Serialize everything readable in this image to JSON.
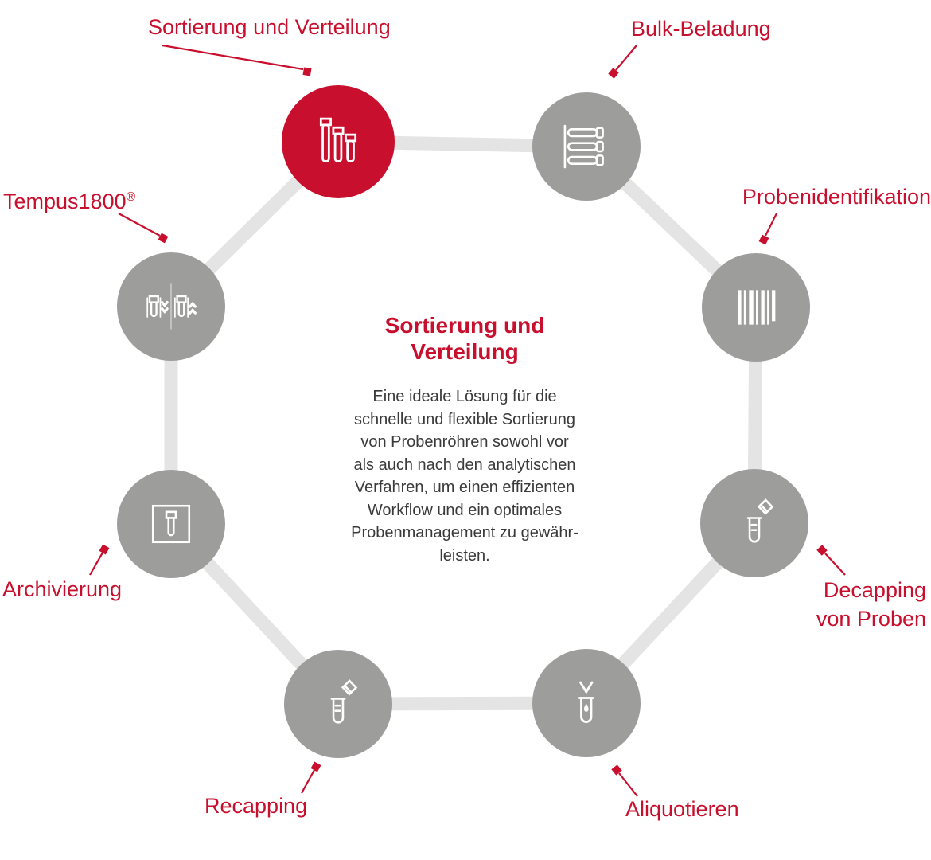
{
  "diagram": {
    "colors": {
      "accent": "#c8102e",
      "node_gray": "#9d9d9c",
      "connector": "#e4e4e4"
    },
    "center": {
      "title_lines": [
        "Sortierung und",
        "Verteilung"
      ],
      "body_lines": [
        "Eine ideale Lösung für die",
        "schnelle und flexible Sortierung",
        "von Probenröhren sowohl vor",
        "als auch nach den analytischen",
        "Verfahren, um einen effizienten",
        "Workflow und ein optimales",
        "Probenmanagement zu gewähr-",
        "leisten."
      ]
    },
    "nodes": [
      {
        "label": "Sortierung und Verteilung",
        "icon": "sample-tubes-icon",
        "active": true
      },
      {
        "label": "Bulk-Beladung",
        "icon": "tube-rack-icon",
        "active": false
      },
      {
        "label": "Probenidentifikation",
        "icon": "barcode-icon",
        "active": false
      },
      {
        "label": "Decapping von Proben",
        "label_lines": [
          "Decapping",
          "von Proben"
        ],
        "icon": "decapper-icon",
        "active": false
      },
      {
        "label": "Aliquotieren",
        "icon": "aliquoter-icon",
        "active": false
      },
      {
        "label": "Recapping",
        "icon": "recapper-icon",
        "active": false
      },
      {
        "label": "Archivierung",
        "icon": "archive-box-icon",
        "active": false
      },
      {
        "label": "Tempus1800",
        "suffix": "®",
        "icon": "tempus-loader-icon",
        "active": false
      }
    ]
  }
}
